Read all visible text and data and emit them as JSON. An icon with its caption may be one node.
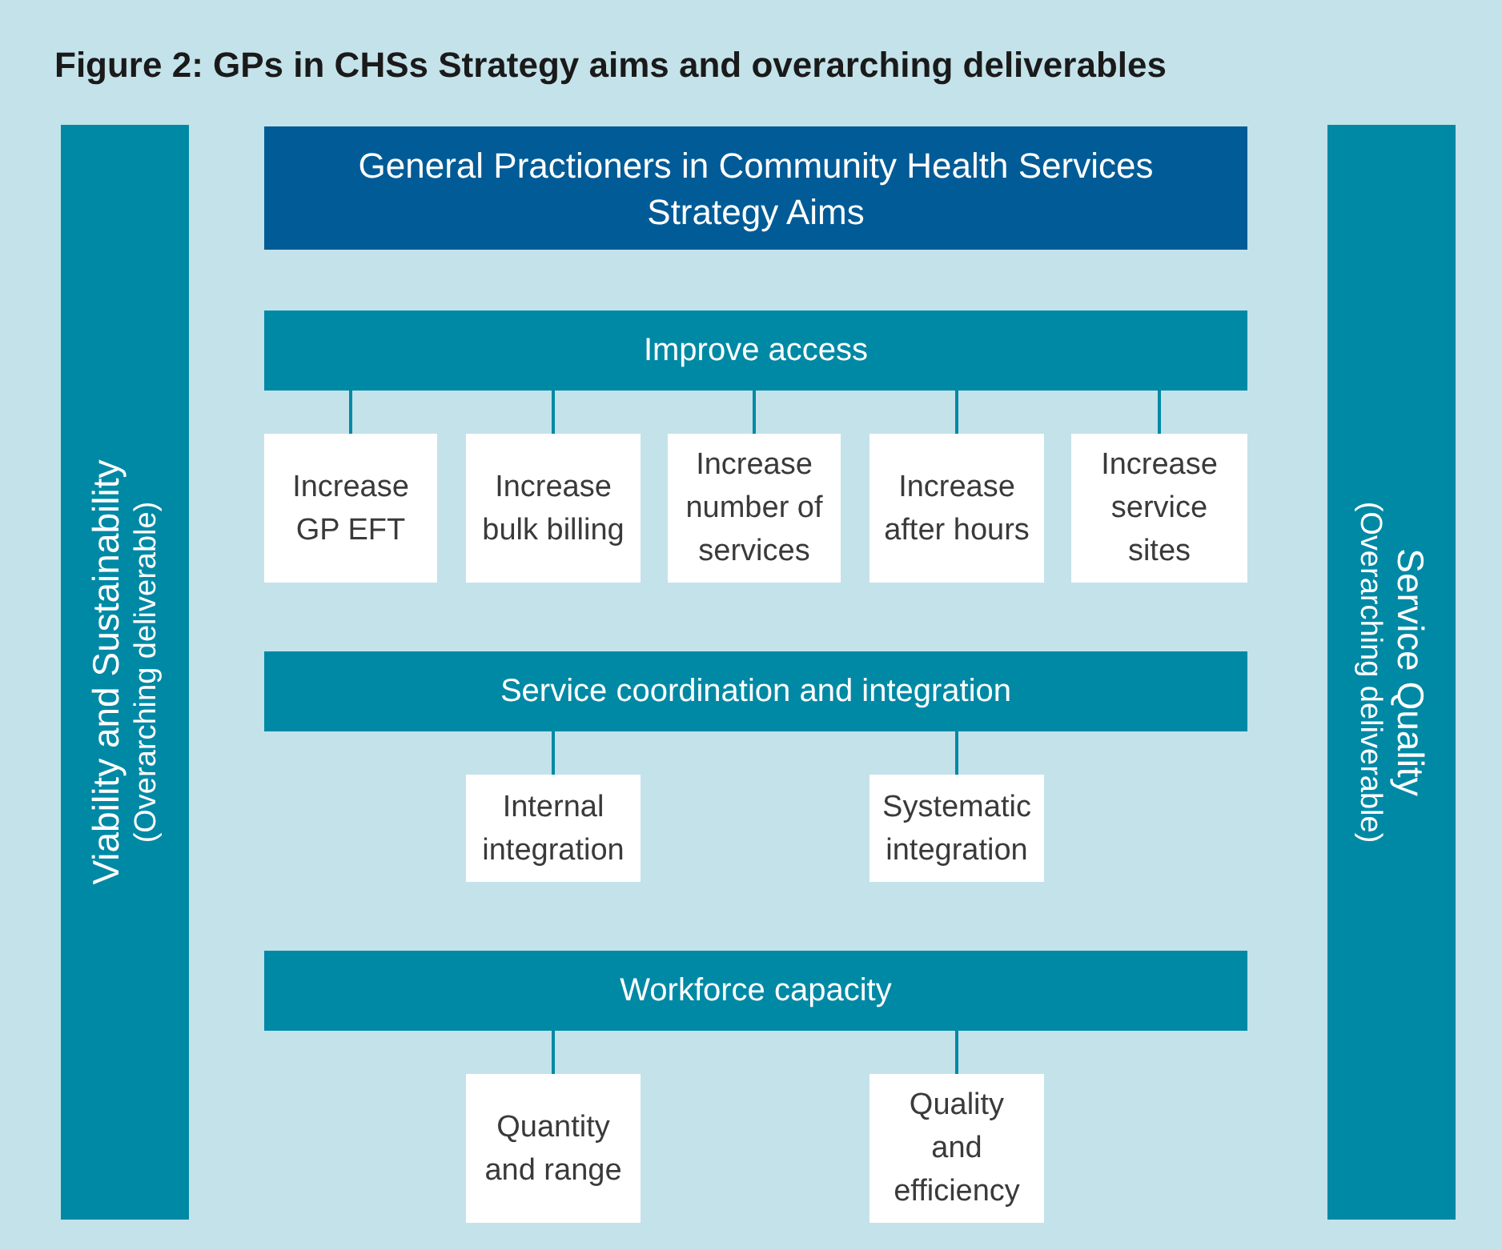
{
  "diagram": {
    "title": "Figure 2: GPs in CHSs Strategy aims and overarching deliverables",
    "nodes": [
      {
        "text": [
          "Viability and Sustainability",
          "(Overarching deliverable)"
        ]
      },
      {
        "text": [
          "Service Quality",
          "(Overarching deliverable)"
        ]
      },
      {
        "text": [
          "General Practioners in Community Health Services Strategy Aims"
        ]
      },
      {
        "text": [
          "Improve access"
        ]
      },
      {
        "text": [
          "Increase GP EFT"
        ]
      },
      {
        "text": [
          "Increase bulk billing"
        ]
      },
      {
        "text": [
          "Increase number of services"
        ]
      },
      {
        "text": [
          "Increase after hours"
        ]
      },
      {
        "text": [
          "Increase service sites"
        ]
      },
      {
        "text": [
          "Service coordination and integration"
        ]
      },
      {
        "text": [
          "Internal integration"
        ]
      },
      {
        "text": [
          "Systematic integration"
        ]
      },
      {
        "text": [
          "Workforce capacity"
        ]
      },
      {
        "text": [
          "Quantity and range"
        ]
      },
      {
        "text": [
          "Quality and efficiency"
        ]
      }
    ],
    "edges": [
      {
        "from": 3,
        "to": 4,
        "arrow": "none"
      },
      {
        "from": 3,
        "to": 5,
        "arrow": "none"
      },
      {
        "from": 3,
        "to": 6,
        "arrow": "none"
      },
      {
        "from": 3,
        "to": 7,
        "arrow": "none"
      },
      {
        "from": 3,
        "to": 8,
        "arrow": "none"
      },
      {
        "from": 9,
        "to": 10,
        "arrow": "none"
      },
      {
        "from": 9,
        "to": 11,
        "arrow": "none"
      },
      {
        "from": 12,
        "to": 13,
        "arrow": "none"
      },
      {
        "from": 12,
        "to": 14,
        "arrow": "none"
      }
    ]
  }
}
